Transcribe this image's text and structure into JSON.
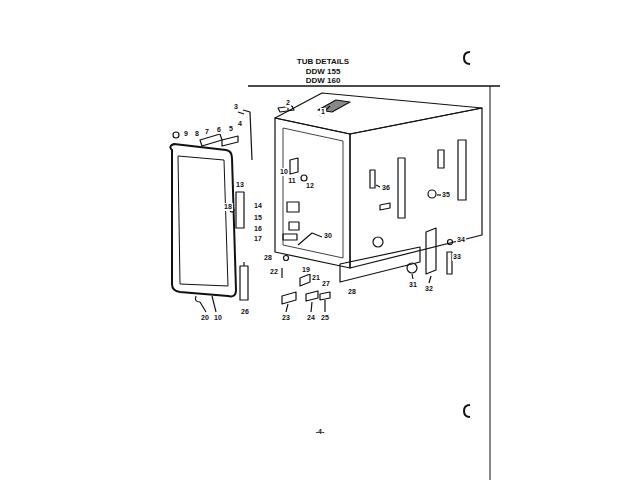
{
  "diagram": {
    "title": "TUB DETAILS",
    "labels": [
      "DDW 155",
      "DDW 160",
      "1",
      "2",
      "3",
      "4",
      "5",
      "6",
      "7",
      "8",
      "9",
      "10",
      "11",
      "12",
      "13",
      "14",
      "15",
      "16",
      "17",
      "18",
      "19",
      "20",
      "10",
      "21",
      "22",
      "23",
      "24",
      "25",
      "26",
      "27",
      "28",
      "28",
      "30",
      "31",
      "32",
      "33",
      "34",
      "35",
      "36",
      "-4-"
    ]
  }
}
